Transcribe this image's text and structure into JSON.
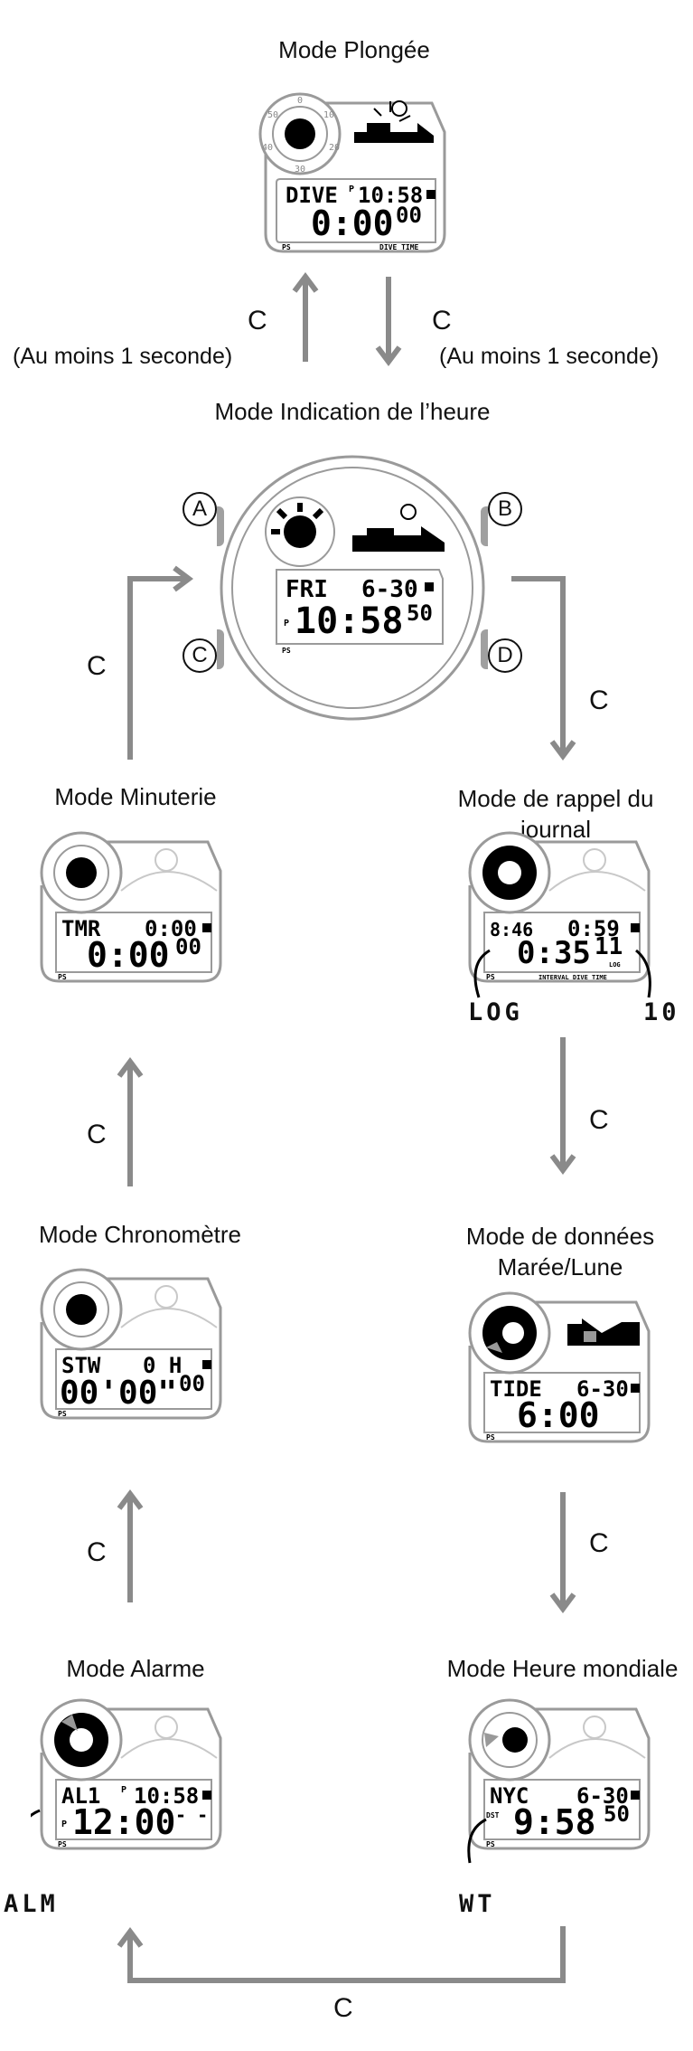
{
  "modes": {
    "dive": {
      "title": "Mode Plongée",
      "line1_left": "DIVE",
      "line1_p": "P",
      "line1_time": "10:58",
      "line2_time": "0:00",
      "line2_sec": "00",
      "bottom_left": "PS",
      "bottom_right": "DIVE TIME"
    },
    "timekeeping": {
      "title": "Mode Indication de l’heure",
      "line1_left": "FRI",
      "line1_date": "6-30",
      "line2_p": "P",
      "line2_time": "10:58",
      "line2_sec": "50",
      "bottom_left": "PS"
    },
    "timer": {
      "title": "Mode Minuterie",
      "line1_left": "TMR",
      "line1_time": "0:00",
      "line2_time": "0:00",
      "line2_sec": "00",
      "bottom_left": "PS"
    },
    "log": {
      "title": "Mode de rappel du journal",
      "line1_left": "8:46",
      "line1_time": "0:59",
      "line2_time": "0:35",
      "line2_sec": "11",
      "small_log": "LOG",
      "bottom_left": "PS",
      "bottom_right": "INTERVAL DIVE TIME",
      "callout_left": "LOG",
      "callout_right": "10"
    },
    "stopwatch": {
      "title": "Mode Chronomètre",
      "line1_left": "STW",
      "line1_mid": "0 H",
      "line2_time": "00'00\"",
      "line2_sec": "00",
      "bottom_left": "PS"
    },
    "tide": {
      "title": "Mode de données Marée/Lune",
      "line1_left": "TIDE",
      "line1_date": "6-30",
      "line2_time": "6:00",
      "bottom_left": "PS"
    },
    "alarm": {
      "title": "Mode Alarme",
      "line1_left": "AL1",
      "line1_p": "P",
      "line1_time": "10:58",
      "line2_p": "P",
      "line2_time": "12:00",
      "line2_sec": "- -",
      "bottom_left": "PS",
      "callout": "ALM"
    },
    "worldtime": {
      "title": "Mode Heure mondiale",
      "line1_left": "NYC",
      "line1_date": "6-30",
      "line2_dst": "DST",
      "line2_time": "9:58",
      "line2_sec": "50",
      "bottom_left": "PS",
      "callout": "WT"
    }
  },
  "buttons": {
    "a": "A",
    "b": "B",
    "c": "C",
    "d": "D"
  },
  "transitions": {
    "c": "C",
    "hold_note": "(Au moins 1 seconde)"
  },
  "bezel_numbers": [
    "0",
    "10",
    "20",
    "30",
    "40",
    "50"
  ],
  "colors": {
    "arrow": "#8a8a8a",
    "outline": "#9a9a9a",
    "lcd": "#000000"
  }
}
